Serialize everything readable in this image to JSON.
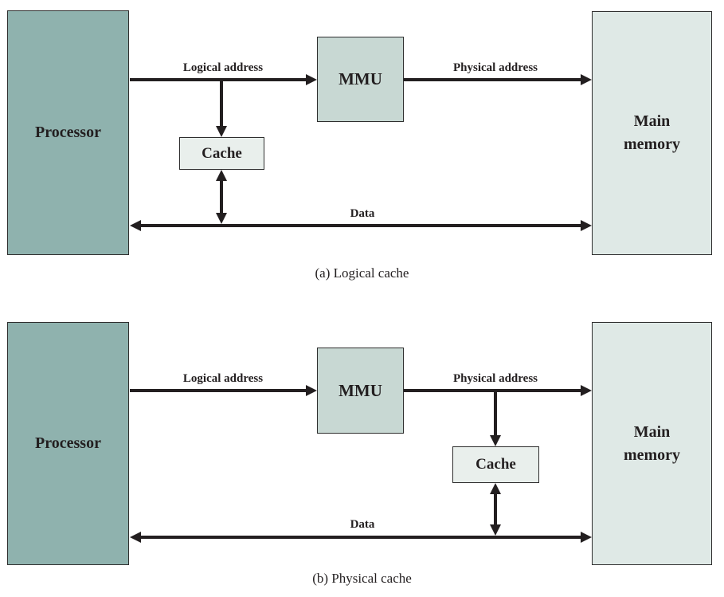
{
  "figure": {
    "colors": {
      "processor_fill": "#8fb2ae",
      "mmu_fill": "#c8d8d3",
      "cache_fill": "#e9efec",
      "main_memory_fill": "#dfe9e6",
      "ink": "#231f20"
    },
    "diagrams": [
      {
        "caption": "(a) Logical cache",
        "boxes": {
          "processor": "Processor",
          "mmu": "MMU",
          "cache": "Cache",
          "main_memory": [
            "Main",
            "memory"
          ]
        },
        "labels": {
          "logical_address": "Logical address",
          "physical_address": "Physical address",
          "data": "Data"
        }
      },
      {
        "caption": "(b) Physical cache",
        "boxes": {
          "processor": "Processor",
          "mmu": "MMU",
          "cache": "Cache",
          "main_memory": [
            "Main",
            "memory"
          ]
        },
        "labels": {
          "logical_address": "Logical address",
          "physical_address": "Physical address",
          "data": "Data"
        }
      }
    ]
  }
}
